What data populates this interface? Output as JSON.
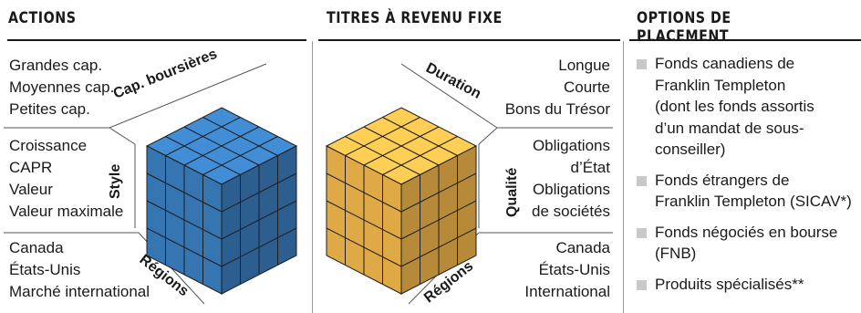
{
  "columns": [
    {
      "title": "ACTIONS"
    },
    {
      "title": "TITRES À REVENU FIXE"
    },
    {
      "title": "OPTIONS DE PLACEMENT"
    }
  ],
  "actions": {
    "cap_items": [
      "Grandes cap.",
      "Moyennes cap.",
      "Petites cap."
    ],
    "cap_axis": "Cap. boursières",
    "style_items": [
      "Croissance",
      "CAPR",
      "Valeur",
      "Valeur maximale"
    ],
    "style_axis": "Style",
    "region_items": [
      "Canada",
      "États-Unis",
      "Marché international"
    ],
    "region_axis": "Régions",
    "cube_color": "#3a7fc0"
  },
  "fixed_income": {
    "duration_items": [
      "Longue",
      "Courte",
      "Bons du Trésor"
    ],
    "duration_axis": "Duration",
    "quality_items": [
      "Obligations",
      "d’État",
      "Obligations",
      "de sociétés"
    ],
    "quality_axis": "Qualité",
    "region_items": [
      "Canada",
      "États-Unis",
      "International"
    ],
    "region_axis": "Régions",
    "cube_color": "#f2b84b"
  },
  "options": [
    {
      "lines": [
        "Fonds canadiens de",
        "Franklin Templeton",
        "(dont les fonds assortis",
        "d’un mandat de sous-",
        "conseiller)"
      ]
    },
    {
      "lines": [
        "Fonds étrangers de",
        "Franklin Templeton (SICAV*)"
      ]
    },
    {
      "lines": [
        "Fonds négociés en bourse",
        "(FNB)"
      ]
    },
    {
      "lines": [
        "Produits spécialisés**"
      ]
    }
  ]
}
